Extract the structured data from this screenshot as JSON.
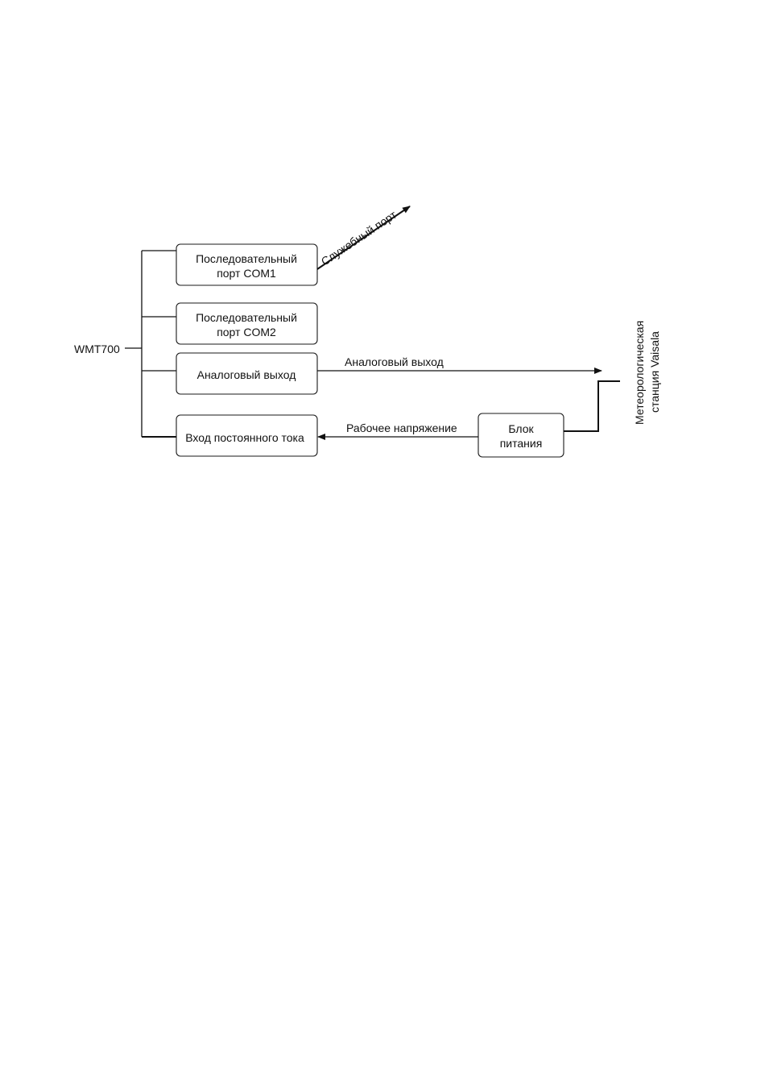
{
  "diagram": {
    "source_label": "WMT700",
    "boxes": {
      "com1_line1": "Последовательный",
      "com1_line2": "порт COM1",
      "com2_line1": "Последовательный",
      "com2_line2": "порт COM2",
      "analog": "Аналоговый выход",
      "dc_input": "Вход постоянного тока",
      "psu_line1": "Блок",
      "psu_line2": "питания"
    },
    "connections": {
      "service_port": "Служебный порт",
      "analog_output": "Аналоговый выход",
      "operating_voltage": "Рабочее напряжение"
    },
    "station": {
      "line1": "Метеорологическая",
      "line2": "станция Vaisala"
    }
  }
}
